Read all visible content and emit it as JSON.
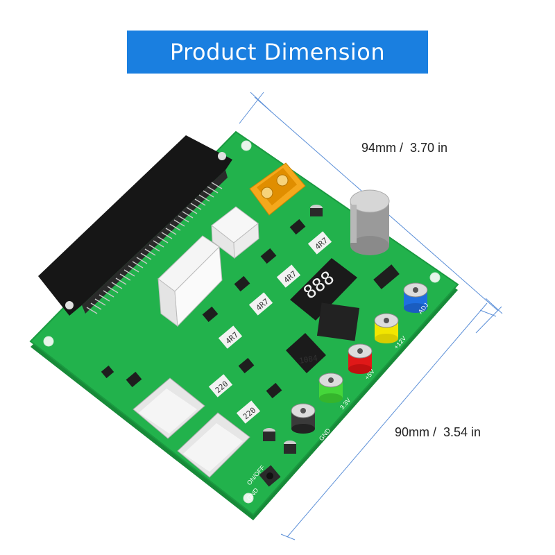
{
  "title": "Product Dimension",
  "dimensions": {
    "width": "94mm /  3.70 in",
    "height": "90mm /  3.54 in"
  },
  "board_labels": {
    "res1": "4R7",
    "res2": "4R7",
    "res3": "4R7",
    "res4": "4R7",
    "cap1": "220",
    "cap2": "220",
    "reg": "1084",
    "adj": "ADJ",
    "v12": "+12V",
    "v5": "+5V",
    "v33": "3.3V",
    "gnd1": "GND",
    "gnd2": "GND",
    "onoff": "ON/OFF"
  },
  "colors": {
    "banner": "#1a7fe0",
    "pcb": "#22b24c",
    "terminal_blue": "#1f6fe0",
    "terminal_yellow": "#f2e600",
    "terminal_red": "#e01818",
    "terminal_green": "#45d63a",
    "xt60": "#f5a81c"
  }
}
